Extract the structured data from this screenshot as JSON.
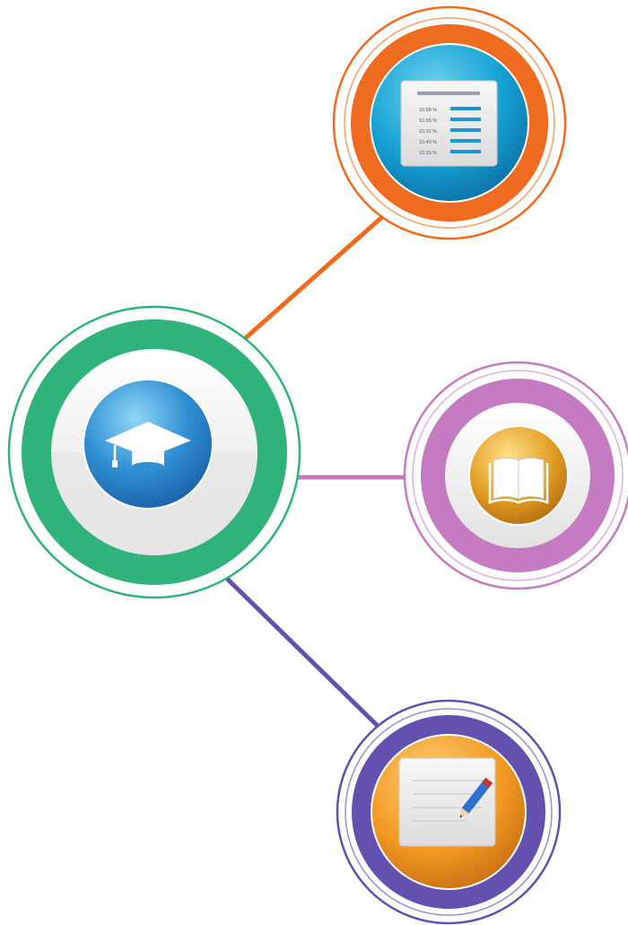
{
  "diagram": {
    "type": "hub-and-spoke",
    "hub": {
      "icon": "graduation-cap-icon",
      "ring_color": "#2fb37a",
      "icon_bg": "#3a9ad9"
    },
    "nodes": [
      {
        "id": "report",
        "icon": "document-list-icon",
        "ring_color": "#ef6b1f",
        "icon_bg": "#169bd0",
        "line_color": "#ef6b1f",
        "report_rows": [
          "10.58 %",
          "10.56 %",
          "10.32 %",
          "10.40 %",
          "10.26 %"
        ]
      },
      {
        "id": "book",
        "icon": "open-book-icon",
        "ring_color": "#c47bc1",
        "icon_bg": "#e0a028",
        "line_color": "#c47bc1"
      },
      {
        "id": "notes",
        "icon": "note-pencil-icon",
        "ring_color": "#6351b0",
        "icon_bg": "#f0a02a",
        "line_color": "#6351b0"
      }
    ]
  }
}
